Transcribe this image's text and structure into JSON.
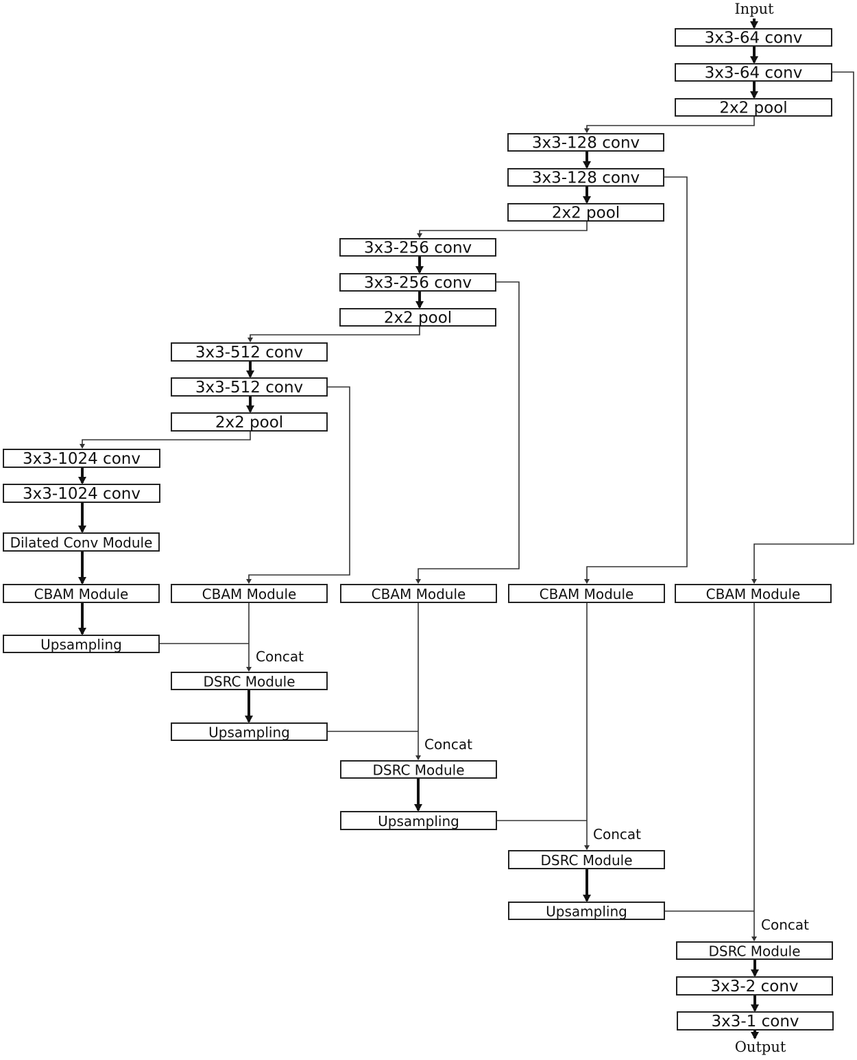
{
  "input_label": "Input",
  "output_label": "Output",
  "concat_label": "Concat",
  "boxes": {
    "e1c1": "3x3-64 conv",
    "e1c2": "3x3-64 conv",
    "e1p": "2x2 pool",
    "e2c1": "3x3-128 conv",
    "e2c2": "3x3-128 conv",
    "e2p": "2x2 pool",
    "e3c1": "3x3-256 conv",
    "e3c2": "3x3-256 conv",
    "e3p": "2x2 pool",
    "e4c1": "3x3-512 conv",
    "e4c2": "3x3-512 conv",
    "e4p": "2x2 pool",
    "b1": "3x3-1024 conv",
    "b2": "3x3-1024 conv",
    "dil": "Dilated Conv Module",
    "cb0": "CBAM Module",
    "up0": "Upsampling",
    "cb1": "CBAM Module",
    "ds1": "DSRC Module",
    "up1": "Upsampling",
    "cb2": "CBAM Module",
    "ds2": "DSRC Module",
    "up2": "Upsampling",
    "cb3": "CBAM Module",
    "ds3": "DSRC Module",
    "up3": "Upsampling",
    "cb4": "CBAM Module",
    "ds4": "DSRC Module",
    "f1": "3x3-2 conv",
    "f2": "3x3-1 conv"
  },
  "colors": {
    "stroke": "#222222",
    "text": "#111111",
    "background": "#ffffff"
  }
}
